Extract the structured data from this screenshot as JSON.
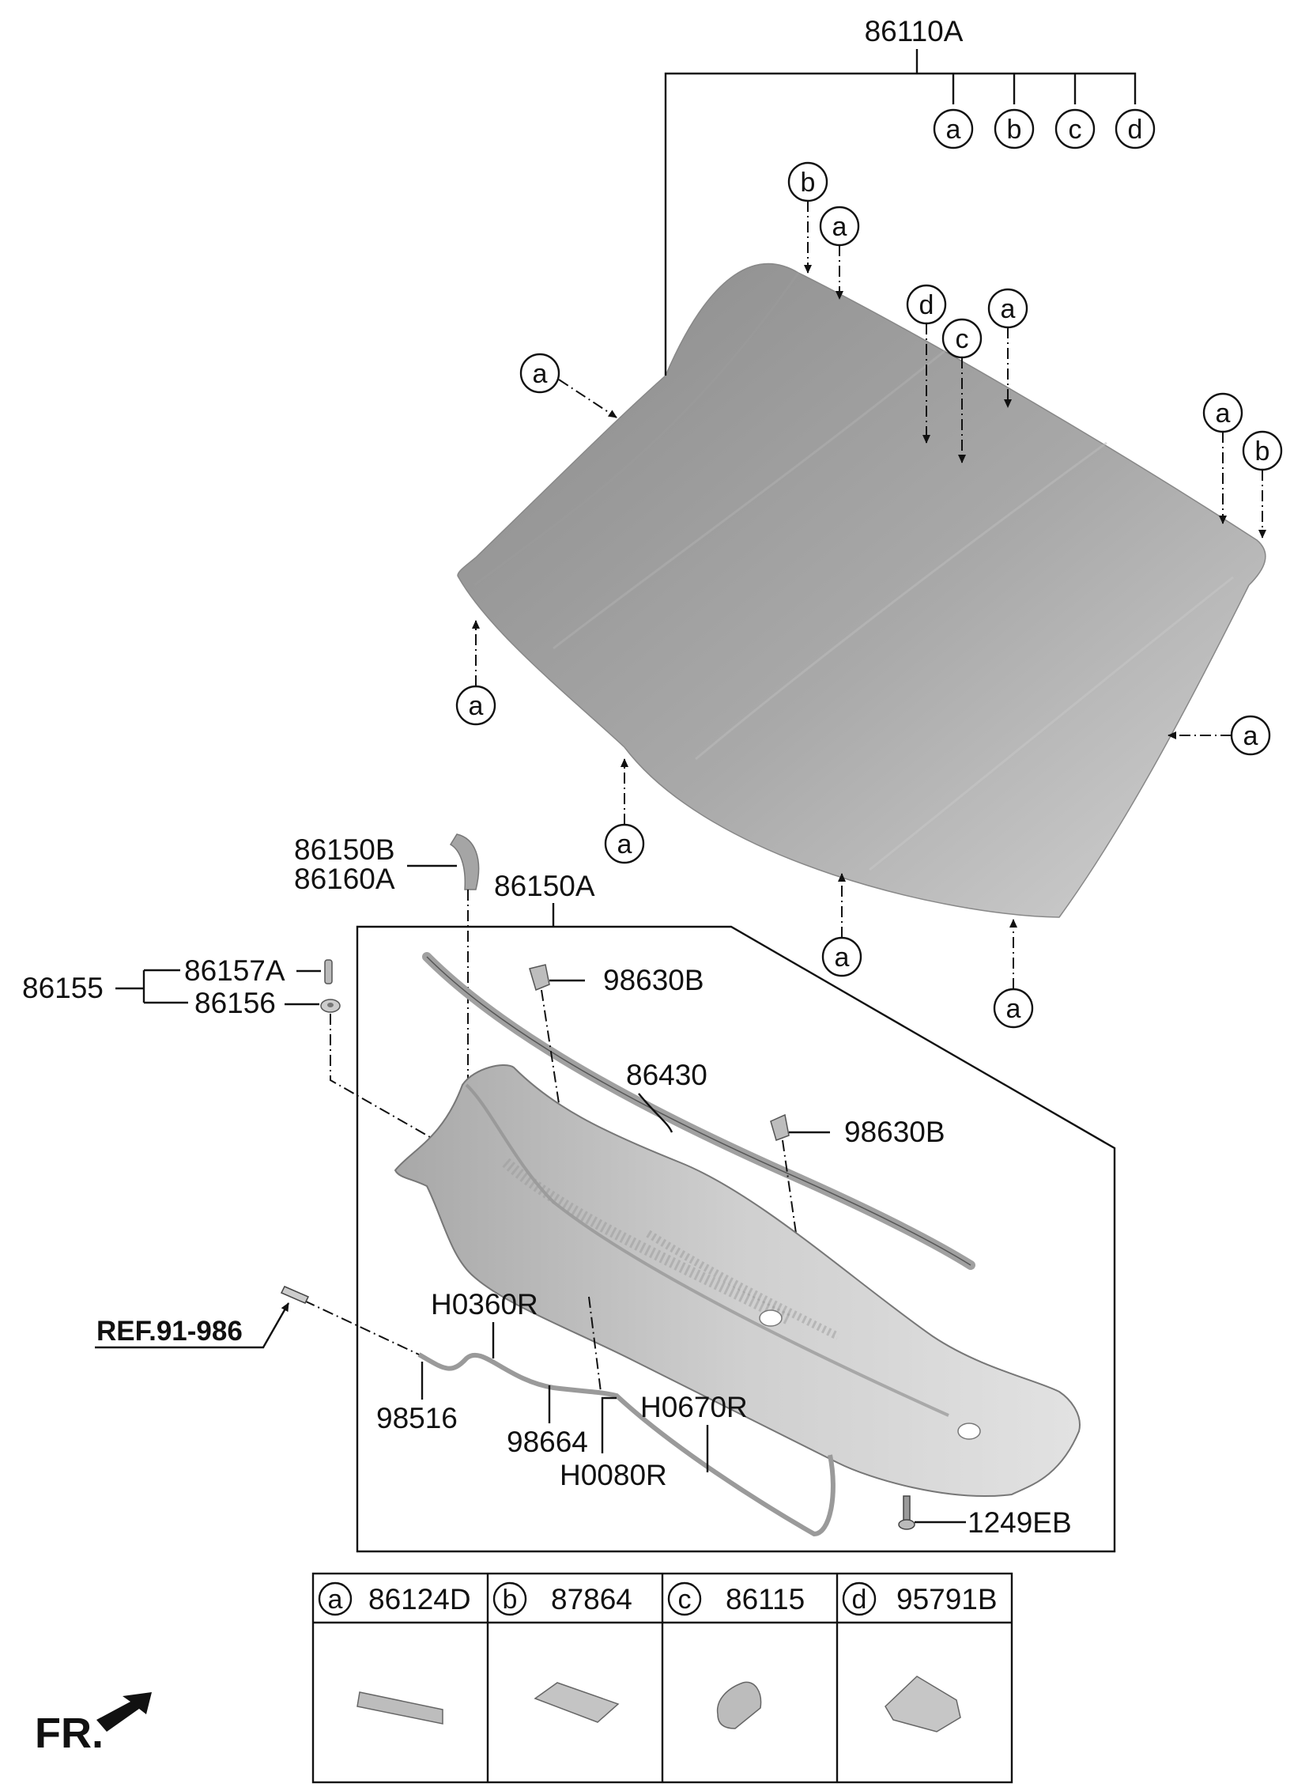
{
  "labels": {
    "windshield": "86110A",
    "cowl_assy": "86150A",
    "side_cover_1": "86150B",
    "side_cover_2": "86160A",
    "clip_set": "86155",
    "clip_a": "86157A",
    "clip_b": "86156",
    "nozzle_1": "98630B",
    "nozzle_2": "98630B",
    "weatherstrip": "86430",
    "hose_1": "H0360R",
    "hose_2": "H0670R",
    "hose_3": "H0080R",
    "hose_joint": "98664",
    "hose_part": "98516",
    "screw": "1249EB",
    "reference": "REF.91-986",
    "front": "FR."
  },
  "markers": {
    "a": "a",
    "b": "b",
    "c": "c",
    "d": "d"
  },
  "legend": [
    {
      "letter": "a",
      "part": "86124D"
    },
    {
      "letter": "b",
      "part": "87864"
    },
    {
      "letter": "c",
      "part": "86115"
    },
    {
      "letter": "d",
      "part": "95791B"
    }
  ],
  "colors": {
    "glass_dark": "#8e8e8e",
    "glass_light": "#cfcfcf",
    "part_grey": "#b9b9b9"
  }
}
